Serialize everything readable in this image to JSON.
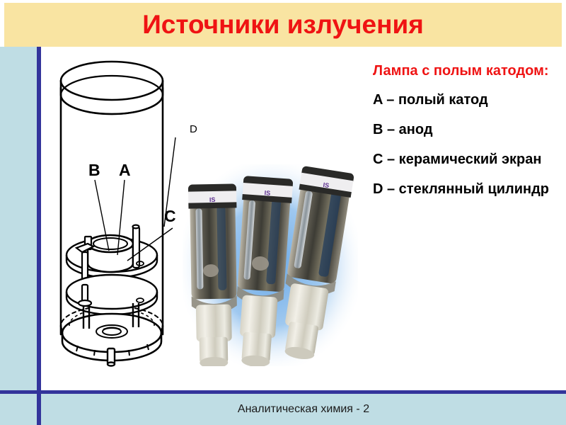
{
  "slide": {
    "title": "Источники излучения",
    "footer": "Аналитическая химия - 2",
    "colors": {
      "title_red": "#ef1313",
      "banner_yellow": "#f9e4a2",
      "band_blue": "#bfdde4",
      "rule_blue": "#33349b",
      "glow_blue": "#78b2e8"
    }
  },
  "text_column": {
    "heading": "Лампа с полым катодом:",
    "items": [
      "A – полый катод",
      "B – анод",
      "C – керамический экран",
      "D – стеклянный цилиндр"
    ]
  },
  "diagram": {
    "caption": "cutaway line drawing of a hollow cathode lamp assembly",
    "labels": [
      {
        "text": "B",
        "role": "anode-callout"
      },
      {
        "text": "A",
        "role": "hollow-cathode-callout"
      },
      {
        "text": "C",
        "role": "ceramic-shield-callout"
      },
      {
        "text": "D",
        "role": "glass-cylinder-callout"
      }
    ]
  },
  "photo": {
    "caption": "three hollow cathode lamps with blue glow",
    "lamp_count": 3,
    "label_text": "IS"
  }
}
